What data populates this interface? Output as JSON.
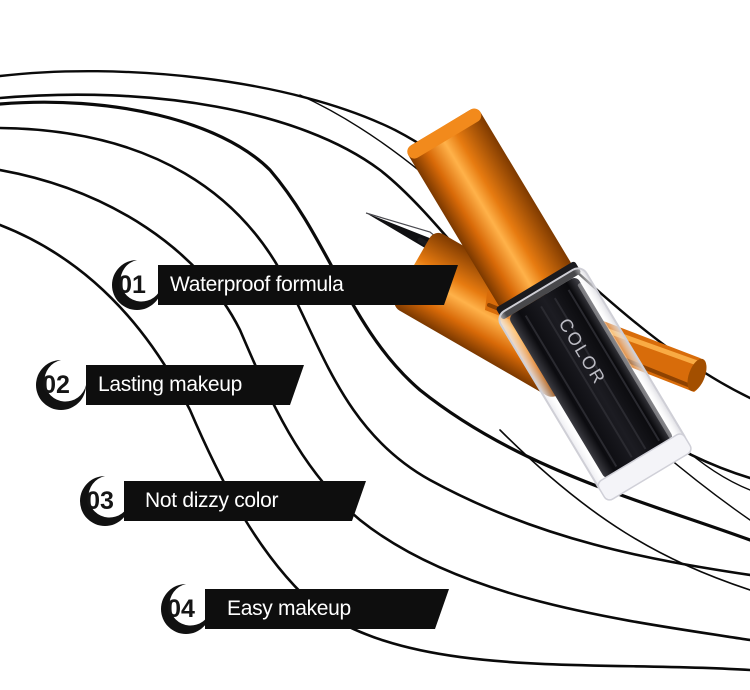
{
  "product": {
    "name": "eyeliner",
    "brand_text": "COLOR",
    "cap_color": "#e0740f",
    "bottle_color": "#0f0f12"
  },
  "features": [
    {
      "number": "01",
      "label": "Waterproof formula"
    },
    {
      "number": "02",
      "label": "Lasting makeup"
    },
    {
      "number": "03",
      "label": "Not dizzy color"
    },
    {
      "number": "04",
      "label": "Easy makeup"
    }
  ]
}
